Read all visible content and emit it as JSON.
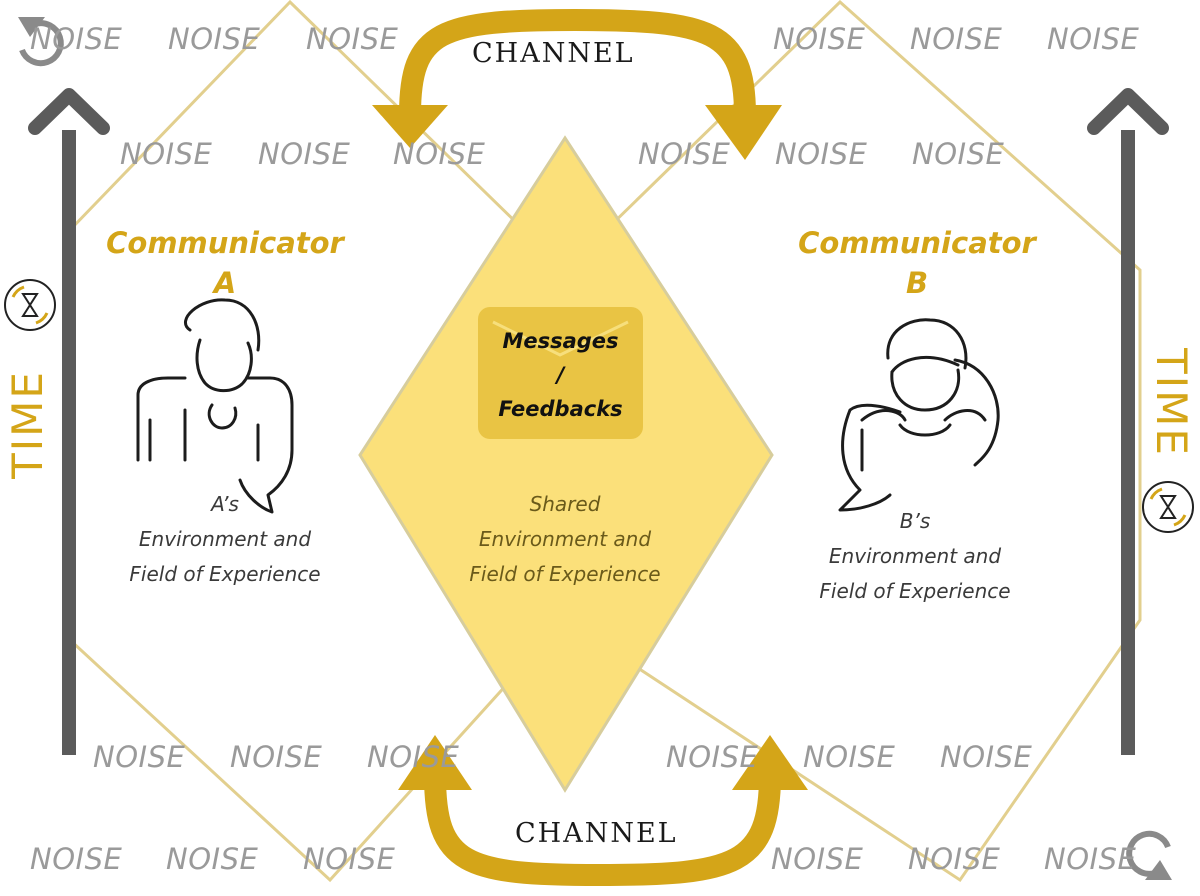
{
  "noise_label": "NOISE",
  "channel_top": "CHANNEL",
  "channel_bottom": "CHANNEL",
  "time_left": "TIME",
  "time_right": "TIME",
  "communicator_a": {
    "title": "Communicator",
    "letter": "A",
    "env": [
      "A’s",
      "Environment and",
      "Field of Experience"
    ]
  },
  "communicator_b": {
    "title": "Communicator",
    "letter": "B",
    "env": [
      "B’s",
      "Environment and",
      "Field of Experience"
    ]
  },
  "shared": [
    "Shared",
    "Environment and",
    "Field of Experience"
  ],
  "messages": {
    "line1": "Messages",
    "line2": "/",
    "line3": "Feedbacks"
  },
  "colors": {
    "gold": "#d4a518",
    "light_gold": "#fbe07a",
    "diamond_border": "#d7cd9c",
    "time_arrow": "#5b5b5b",
    "noise_text": "#9a9a9a",
    "hexagon_line": "#e2cf8e"
  },
  "icons": [
    "hourglass-icon",
    "person-a-icon",
    "person-b-icon",
    "envelope-icon",
    "logo-mark-icon"
  ]
}
